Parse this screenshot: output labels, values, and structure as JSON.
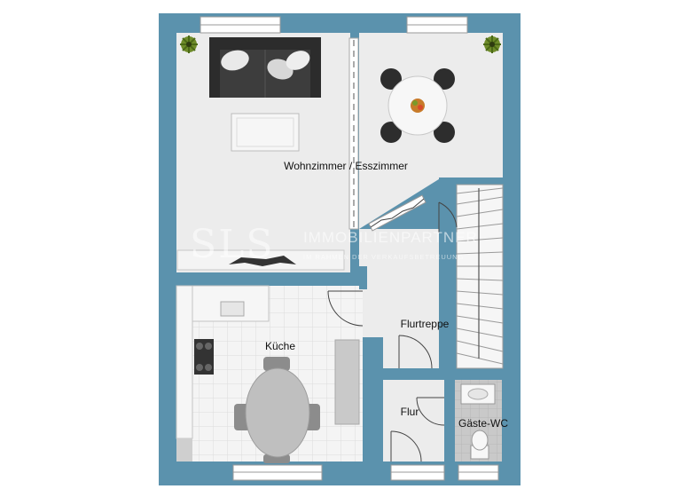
{
  "rooms": {
    "living": "Wohnzimmer / Esszimmer",
    "stairs": "Flurtreppe",
    "kitchen": "Küche",
    "hall": "Flur",
    "wc": "Gäste-WC"
  },
  "watermark": {
    "logo": "SLS",
    "company": "IMMOBILIENPARTNER",
    "tagline": "IM RAHMEN DER VERKAUFSBETREUUNG"
  },
  "colors": {
    "wall": "#5b92ad",
    "floor": "#ececec",
    "kitchen_floor": "#f3f3f3",
    "furniture_dark": "#3d3d3d"
  }
}
